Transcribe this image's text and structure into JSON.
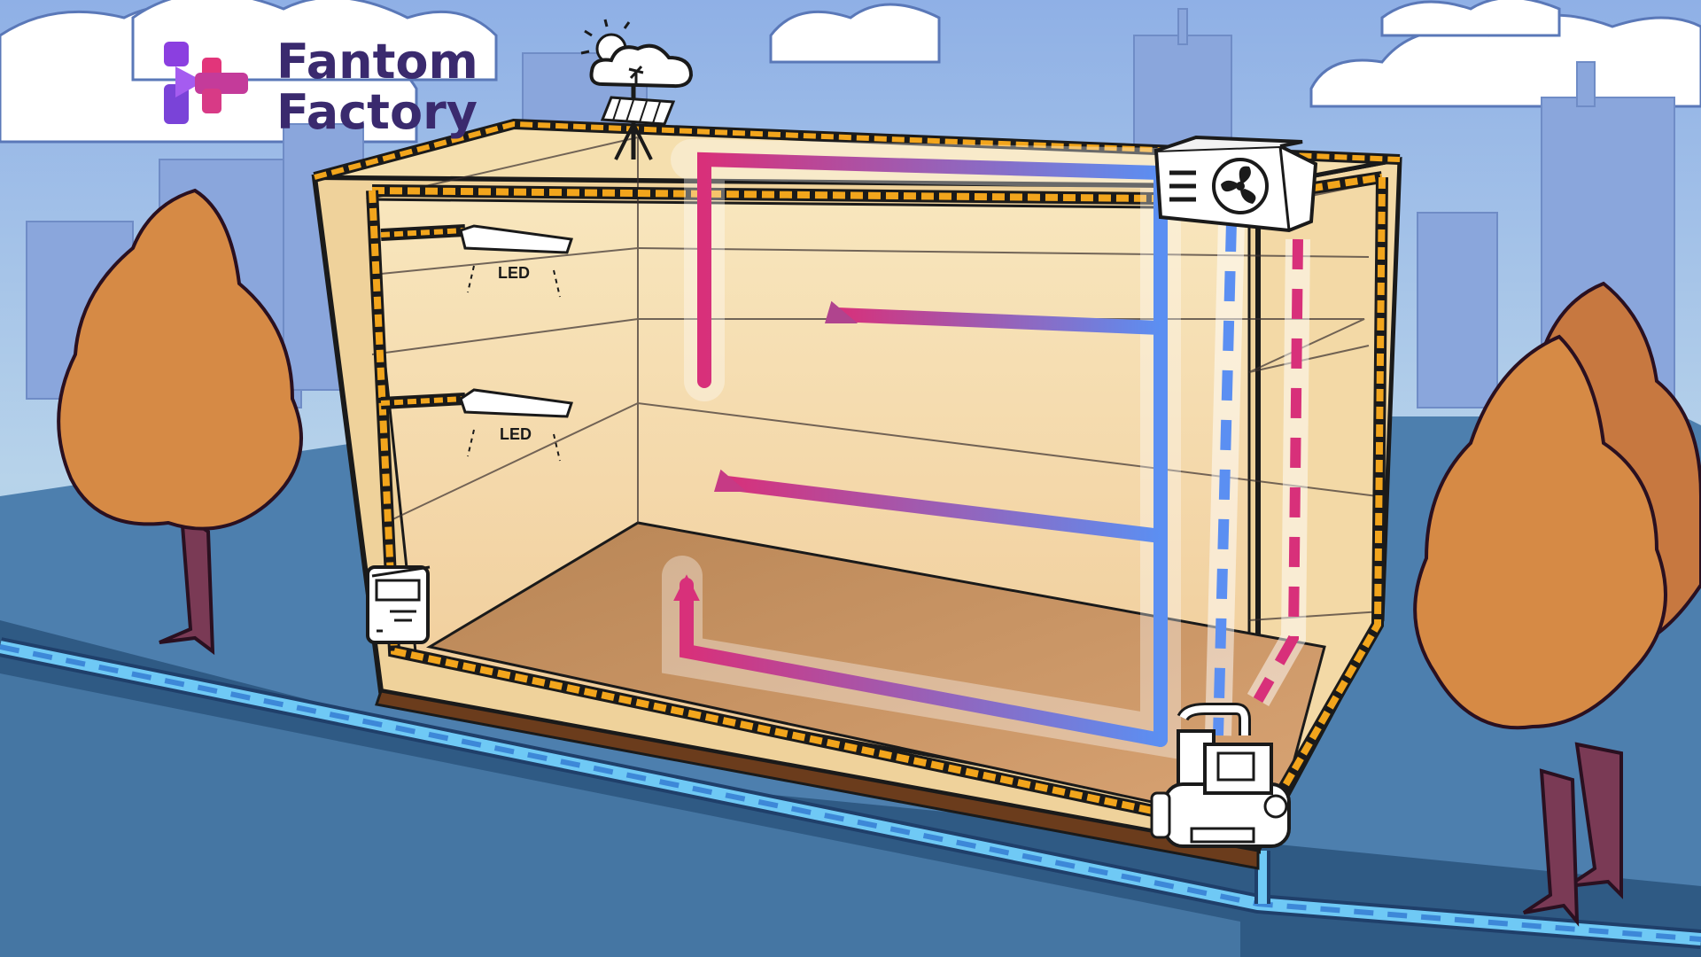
{
  "brand": {
    "line1": "Fantom",
    "line2": "Factory",
    "logo_icon": "fantom-factory-logo",
    "colors": {
      "text": "#3a2a6e",
      "logo_purple": "#8b3fe0",
      "logo_pink": "#e2357a"
    }
  },
  "lights": [
    {
      "label": "LED",
      "icon": "led-light-fixture"
    },
    {
      "label": "LED",
      "icon": "led-light-fixture"
    }
  ],
  "equipment": [
    {
      "name": "air-conditioner",
      "icon": "fan-icon"
    },
    {
      "name": "compressor-pump",
      "icon": "pump-icon"
    },
    {
      "name": "electric-meter",
      "icon": "meter-icon"
    },
    {
      "name": "weather-station",
      "icon": "cloud-sun-solar-icon"
    }
  ],
  "colors": {
    "sky": "#a9c2ea",
    "ground": "#3f6f9a",
    "insulation": "#f2a51c",
    "hot_flow": "#d8307a",
    "cold_flow": "#5b8ff2",
    "wall_light": "#f7e4b5",
    "floor": "#c98e5c",
    "tree": "#d68a45",
    "trunk": "#7a3a55",
    "water_line": "#6fc9f5"
  }
}
